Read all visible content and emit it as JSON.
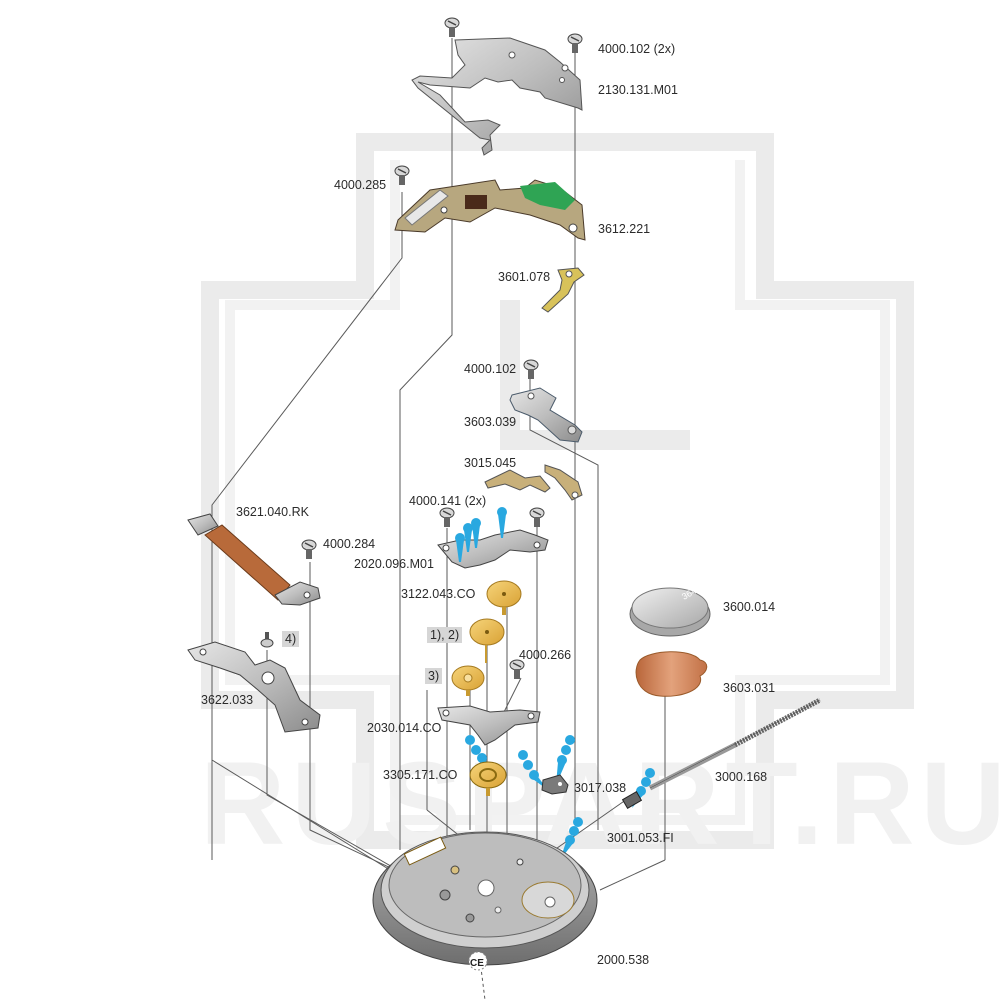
{
  "diagram": {
    "title": "Exploded view of quartz watch movement",
    "watermark_text": "RUSPART.RU",
    "certification_mark": "CE",
    "colors": {
      "leader_line": "#5a5a5a",
      "metal": "#c9c9c9",
      "metal_dark": "#7d7d7d",
      "brass": "#e9b94a",
      "copper": "#c8794a",
      "coil": "#b86a3a",
      "pcb": "#b7a77f",
      "pcb_green": "#2fa454",
      "lube_marker": "#29a8e0",
      "note_bg": "#d6d6d6",
      "watermark": "#ebebeb"
    },
    "parts": [
      {
        "id": "screw-top-pair",
        "label": "4000.102 (2x)",
        "name": "screw"
      },
      {
        "id": "bridge",
        "label": "2130.131.M01",
        "name": "train-wheel-bridge"
      },
      {
        "id": "screw-pcb",
        "label": "4000.285",
        "name": "screw"
      },
      {
        "id": "circuit",
        "label": "3612.221",
        "name": "electronic-module"
      },
      {
        "id": "contact-spring",
        "label": "3601.078",
        "name": "battery-contact-spring"
      },
      {
        "id": "screw-clamp",
        "label": "4000.102",
        "name": "screw"
      },
      {
        "id": "clamp",
        "label": "3603.039",
        "name": "battery-clamp"
      },
      {
        "id": "setting-lever-spring",
        "label": "3015.045",
        "name": "setting-lever-spring"
      },
      {
        "id": "screw-pair-mid",
        "label": "4000.141 (2x)",
        "name": "screw"
      },
      {
        "id": "coil",
        "label": "3621.040.RK",
        "name": "coil"
      },
      {
        "id": "screw-coil",
        "label": "4000.284",
        "name": "screw"
      },
      {
        "id": "train-bridge",
        "label": "2020.096.M01",
        "name": "bridge"
      },
      {
        "id": "wheel-1",
        "label": "3122.043.CO",
        "name": "wheel"
      },
      {
        "id": "wheel-2",
        "label": "",
        "note": "1), 2)",
        "name": "wheel"
      },
      {
        "id": "wheel-3",
        "label": "",
        "note": "3)",
        "name": "wheel"
      },
      {
        "id": "screw-plate",
        "label": "4000.266",
        "name": "screw"
      },
      {
        "id": "stator-note",
        "label": "",
        "note": "4)",
        "name": "rotor-pin"
      },
      {
        "id": "stator",
        "label": "3622.033",
        "name": "stator"
      },
      {
        "id": "plate",
        "label": "2030.014.CO",
        "name": "rotor-bridge"
      },
      {
        "id": "rotor",
        "label": "3305.171.CO",
        "name": "rotor-wheel"
      },
      {
        "id": "lever",
        "label": "3017.038",
        "name": "yoke"
      },
      {
        "id": "battery",
        "label": "3600.014",
        "name": "battery",
        "battery_marking": "364"
      },
      {
        "id": "insulator",
        "label": "3603.031",
        "name": "battery-insulator"
      },
      {
        "id": "stem",
        "label": "3000.168",
        "name": "winding-stem"
      },
      {
        "id": "pinion",
        "label": "3001.053.FI",
        "name": "sliding-pinion"
      },
      {
        "id": "mainplate",
        "label": "2000.538",
        "name": "main-plate"
      }
    ]
  }
}
